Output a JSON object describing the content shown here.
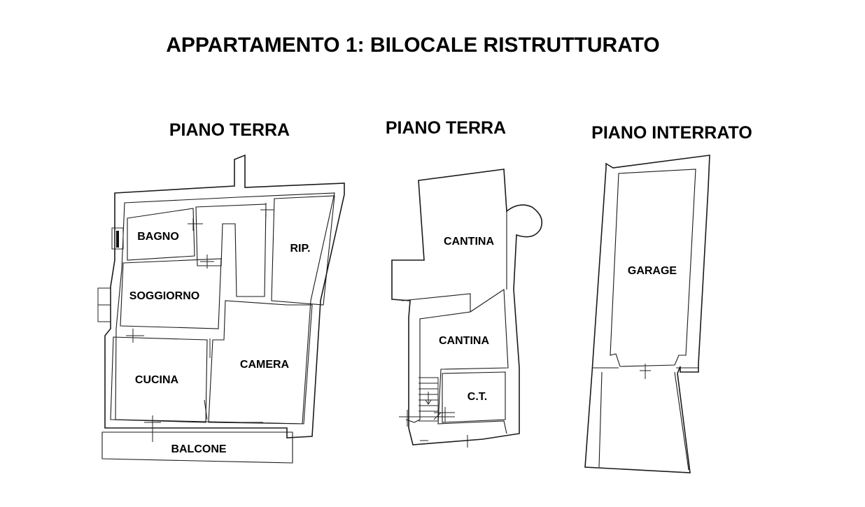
{
  "title": "APPARTAMENTO 1: BILOCALE RISTRUTTURATO",
  "plans": [
    {
      "heading": "PIANO TERRA",
      "rooms": [
        {
          "label": "BAGNO"
        },
        {
          "label": "RIP."
        },
        {
          "label": "SOGGIORNO"
        },
        {
          "label": "CUCINA"
        },
        {
          "label": "CAMERA"
        },
        {
          "label": "BALCONE"
        }
      ]
    },
    {
      "heading": "PIANO TERRA",
      "rooms": [
        {
          "label": "CANTINA"
        },
        {
          "label": "CANTINA"
        },
        {
          "label": "C.T."
        }
      ]
    },
    {
      "heading": "PIANO INTERRATO",
      "rooms": [
        {
          "label": "GARAGE"
        }
      ]
    }
  ]
}
